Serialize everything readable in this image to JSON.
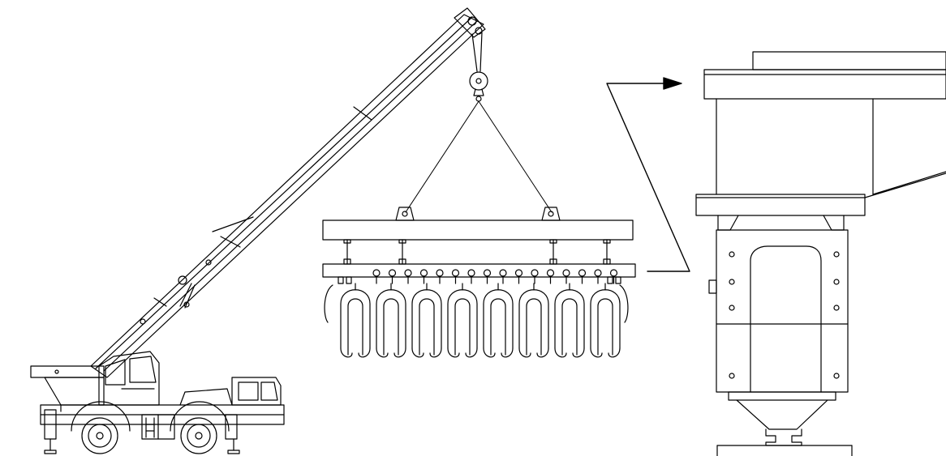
{
  "figure": {
    "background": "#ffffff",
    "line_color": "#000000",
    "components": {
      "crane": "mobile-crane",
      "spreader": "lifting-beam-with-hooks",
      "detail": "clamp-end-detail"
    },
    "hook_count": 8,
    "rigging": "two-leg-sling"
  }
}
